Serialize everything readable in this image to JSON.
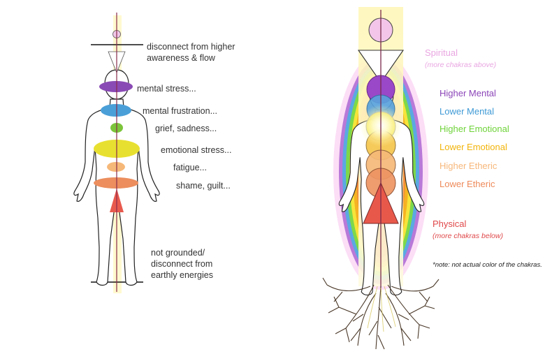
{
  "left_panel": {
    "labels": [
      "disconnect from higher awareness & flow",
      "mental stress...",
      "mental frustration...",
      "grief, sadness...",
      "emotional stress...",
      "fatigue...",
      "shame, guilt...",
      "not grounded/ disconnect from earthly energies"
    ]
  },
  "right_panel": {
    "spiritual": {
      "label": "Spiritual",
      "sub": "(more chakras above)",
      "color": "#e9a6e2"
    },
    "layers": [
      {
        "label": "Higher Mental",
        "color": "#8b45b8"
      },
      {
        "label": "Lower Mental",
        "color": "#3f9ad6"
      },
      {
        "label": "Higher Emotional",
        "color": "#6fd33a"
      },
      {
        "label": "Lower Emotional",
        "color": "#f2b40a"
      },
      {
        "label": "Higher Etheric",
        "color": "#f7b77a"
      },
      {
        "label": "Lower Etheric",
        "color": "#ee8a5a"
      }
    ],
    "physical": {
      "label": "Physical",
      "sub": "(more chakras below)",
      "color": "#e0484a"
    },
    "note": "*note: not actual color of the chakras."
  },
  "colors": {
    "axis_line": "#8a2a4a",
    "outline": "#111111",
    "root": "#4a3828",
    "glow": "#fffacd"
  }
}
